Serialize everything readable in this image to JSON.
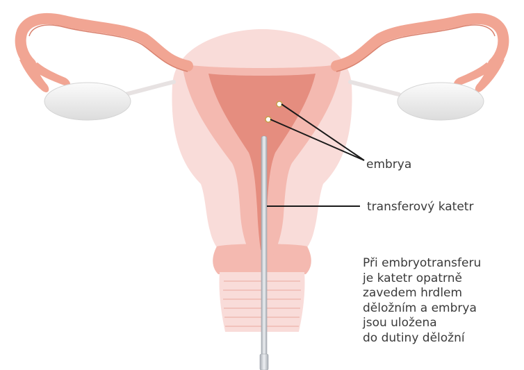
{
  "labels": {
    "embryos": "embrya",
    "catheter": "transferový katetr"
  },
  "caption_lines": [
    "Při embryotransferu",
    "je katetr opatrně",
    "zavedem hrdlem",
    "děložním a embrya",
    "jsou uložena",
    "do dutiny děložní"
  ],
  "colors": {
    "uterus_outer": "#f9dcd9",
    "uterus_wall": "#f4b9b0",
    "cavity": "#e58d7f",
    "tube": "#f1a593",
    "tube_edge": "#d9826f",
    "ovary": "#efeeee",
    "catheter": "#c8ccd2",
    "text": "#3a3a3a"
  }
}
